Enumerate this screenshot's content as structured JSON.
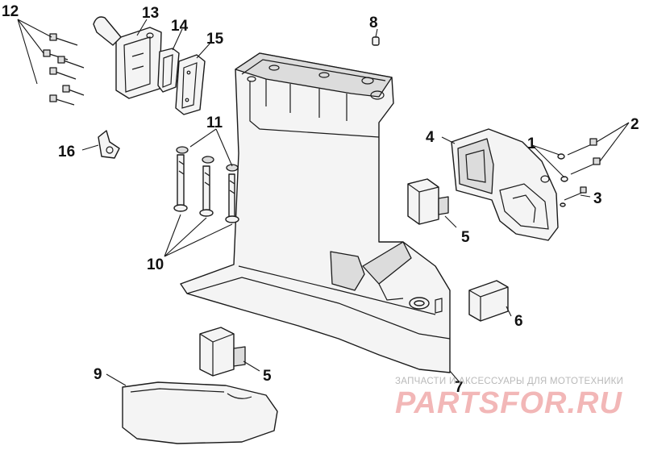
{
  "diagram": {
    "callouts": [
      {
        "id": "c1",
        "label": "1"
      },
      {
        "id": "c2",
        "label": "2"
      },
      {
        "id": "c3",
        "label": "3"
      },
      {
        "id": "c4",
        "label": "4"
      },
      {
        "id": "c5a",
        "label": "5"
      },
      {
        "id": "c5b",
        "label": "5"
      },
      {
        "id": "c6",
        "label": "6"
      },
      {
        "id": "c7",
        "label": "7"
      },
      {
        "id": "c8",
        "label": "8"
      },
      {
        "id": "c9",
        "label": "9"
      },
      {
        "id": "c10",
        "label": "10"
      },
      {
        "id": "c11",
        "label": "11"
      },
      {
        "id": "c12",
        "label": "12"
      },
      {
        "id": "c13",
        "label": "13"
      },
      {
        "id": "c14",
        "label": "14"
      },
      {
        "id": "c15",
        "label": "15"
      },
      {
        "id": "c16",
        "label": "16"
      }
    ]
  },
  "watermark": {
    "tagline": "ЗАПЧАСТИ И АКСЕССУАРЫ ДЛЯ МОТОТЕХНИКИ",
    "brand": "PARTSFOR.RU",
    "color": "#f2b7b7"
  }
}
